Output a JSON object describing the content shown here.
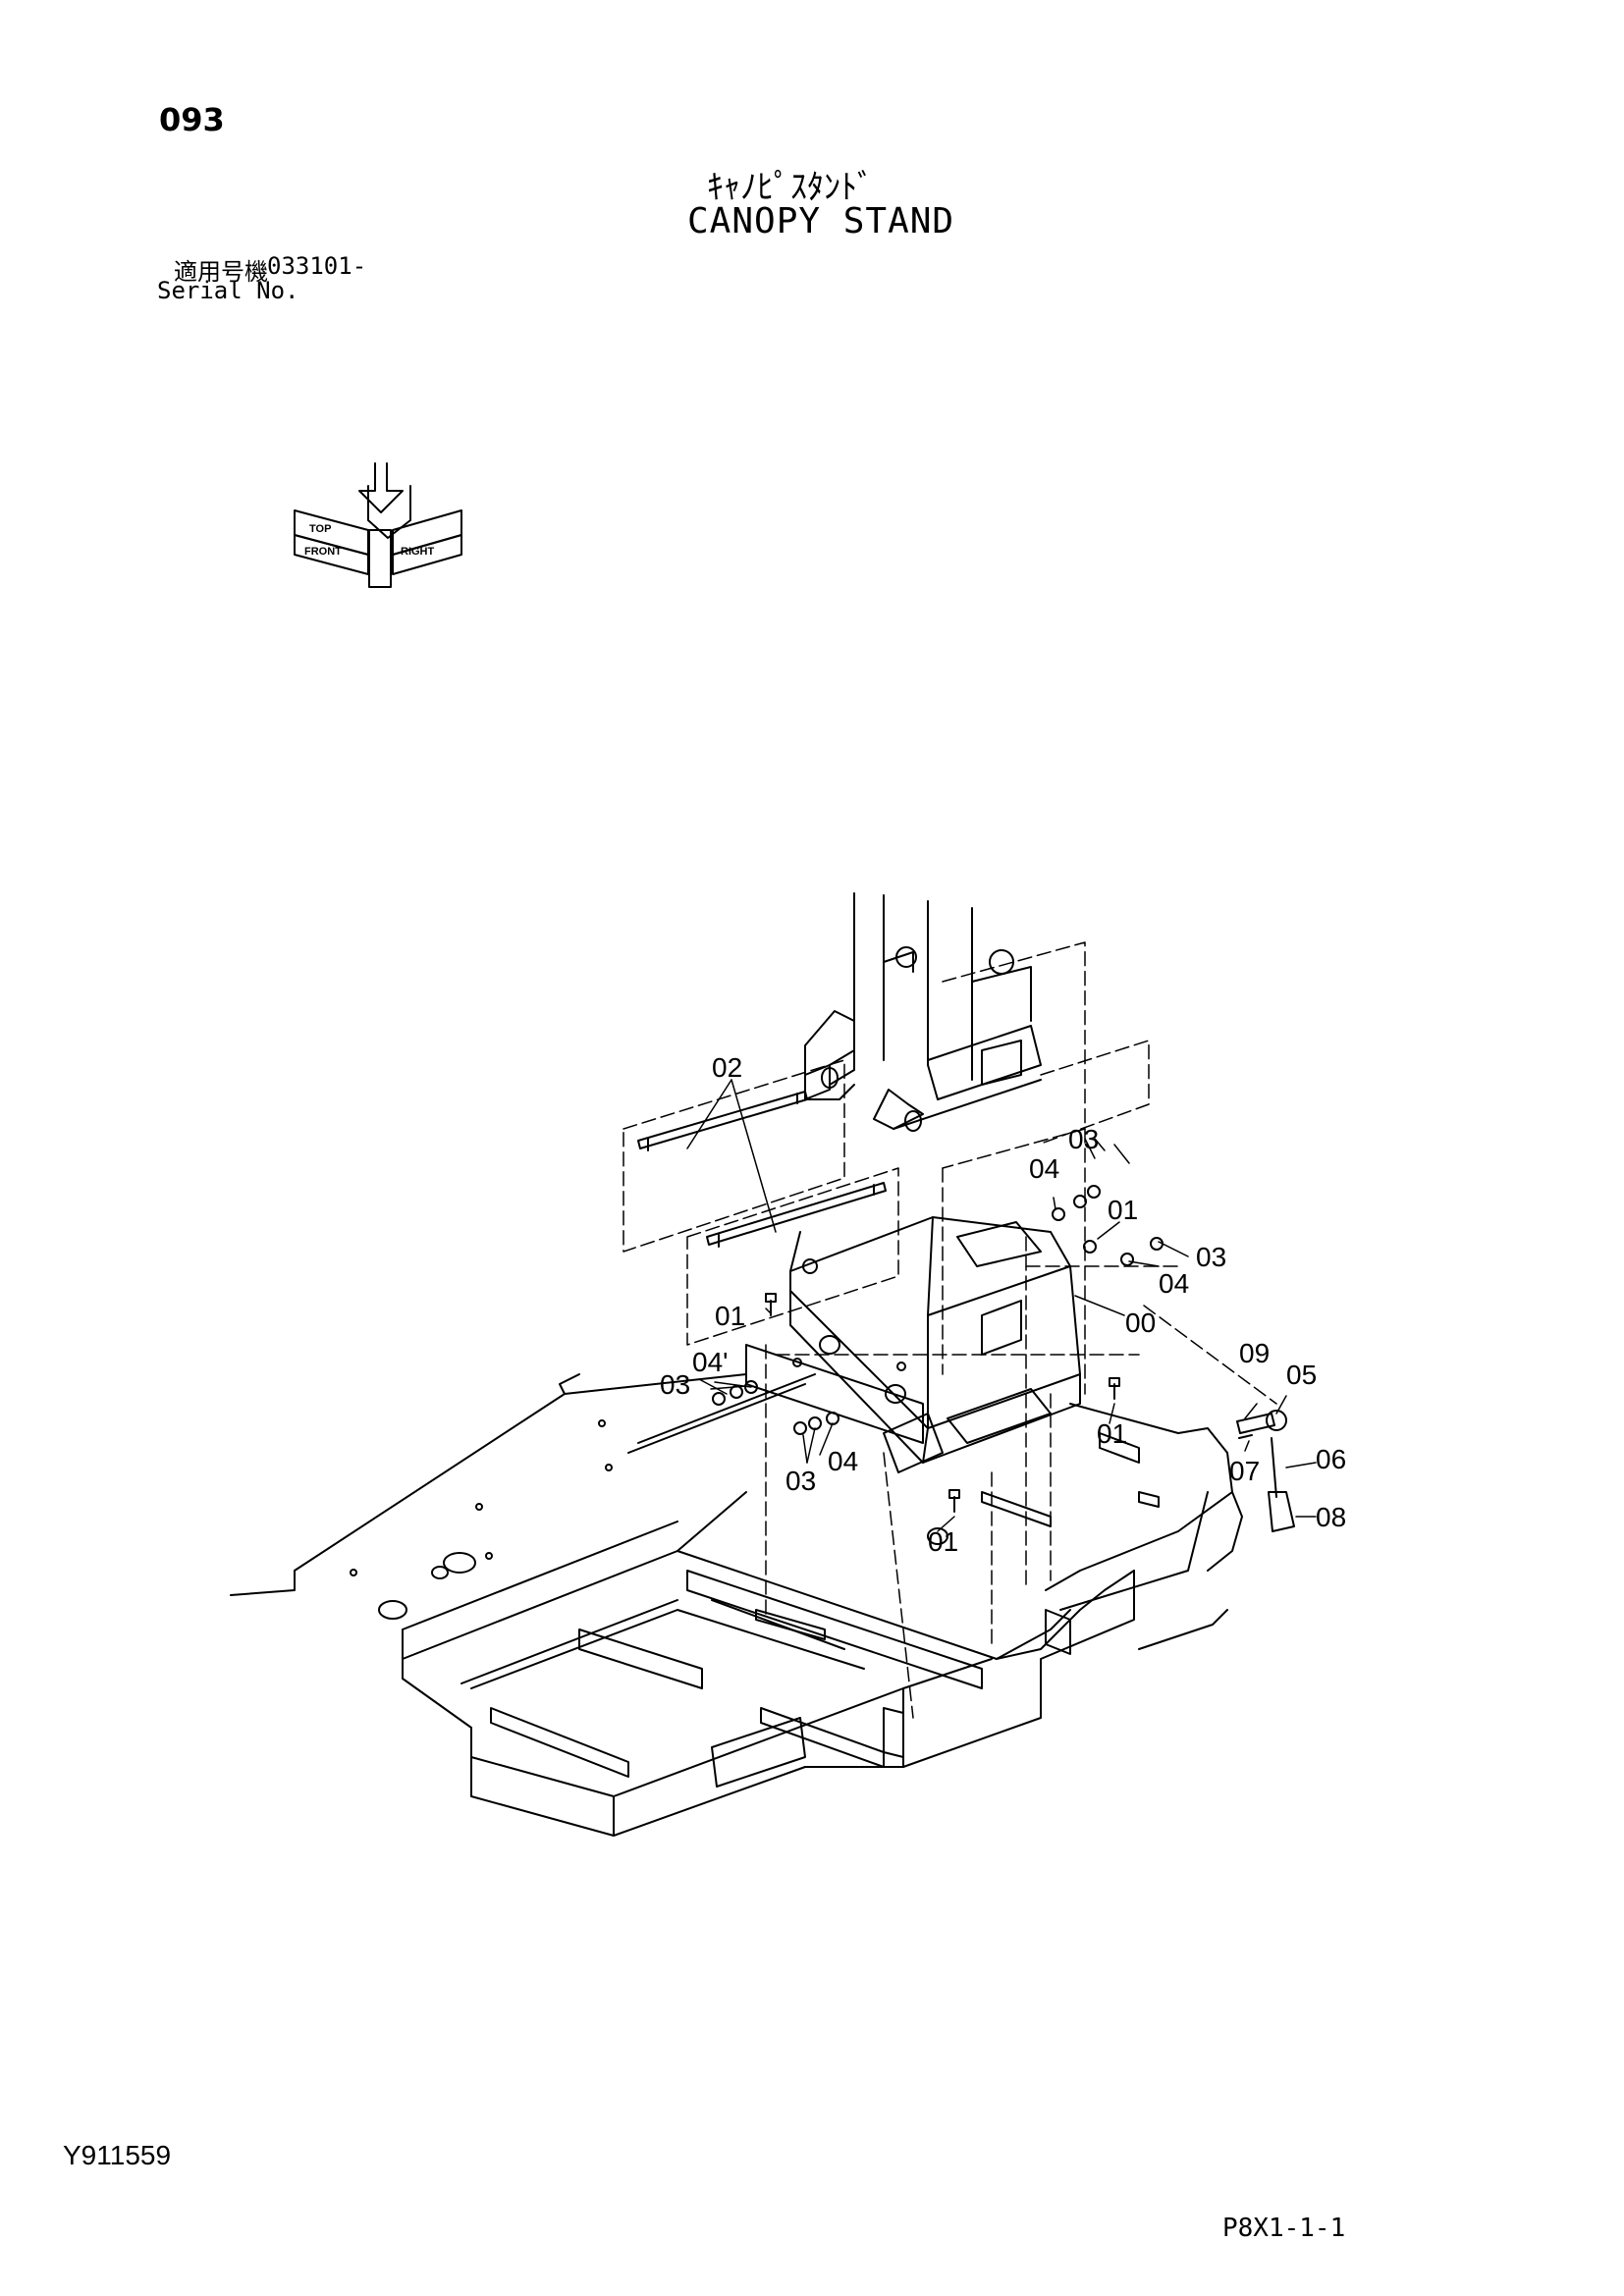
{
  "header": {
    "page_number": "093",
    "title_jp": "ｷｬﾉﾋﾟｽﾀﾝﾄﾞ",
    "title_en": "CANOPY STAND",
    "serial_jp_label": "適用号機",
    "serial_value": "033101-",
    "serial_en_label": "Serial No."
  },
  "orientation_icon": {
    "labels": {
      "top": "TOP",
      "front": "FRONT",
      "right": "RIGHT"
    }
  },
  "part_labels": {
    "p02": "02",
    "p03a": "03",
    "p04a": "04",
    "p01a": "01",
    "p03b": "03",
    "p04b": "04",
    "p00": "00",
    "p01b": "01",
    "p04c": "04'",
    "p03c": "03",
    "p03d": "03",
    "p04d": "04",
    "p01c": "01",
    "p01d": "01",
    "p09": "09",
    "p05": "05",
    "p07": "07",
    "p06": "06",
    "p08": "08"
  },
  "footer": {
    "drawing_id": "Y911559",
    "sheet_code": "P8X1-1-1"
  }
}
